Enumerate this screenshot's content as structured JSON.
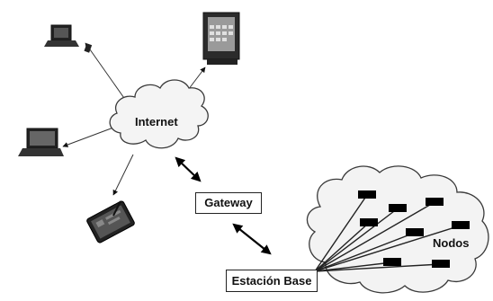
{
  "internet": {
    "label": "Internet"
  },
  "gateway": {
    "label": "Gateway"
  },
  "base_station": {
    "label": "Estación Base"
  },
  "sensor_cloud": {
    "label": "Nodos"
  },
  "devices": [
    {
      "name": "laptop-icon",
      "kind": "laptop"
    },
    {
      "name": "desktop-monitor-icon",
      "kind": "monitor"
    },
    {
      "name": "laptop-icon",
      "kind": "laptop"
    },
    {
      "name": "tablet-icon",
      "kind": "tablet"
    }
  ],
  "colors": {
    "ink": "#111111",
    "cloud_stroke": "#3a3a3a",
    "node_fill": "#000000"
  }
}
